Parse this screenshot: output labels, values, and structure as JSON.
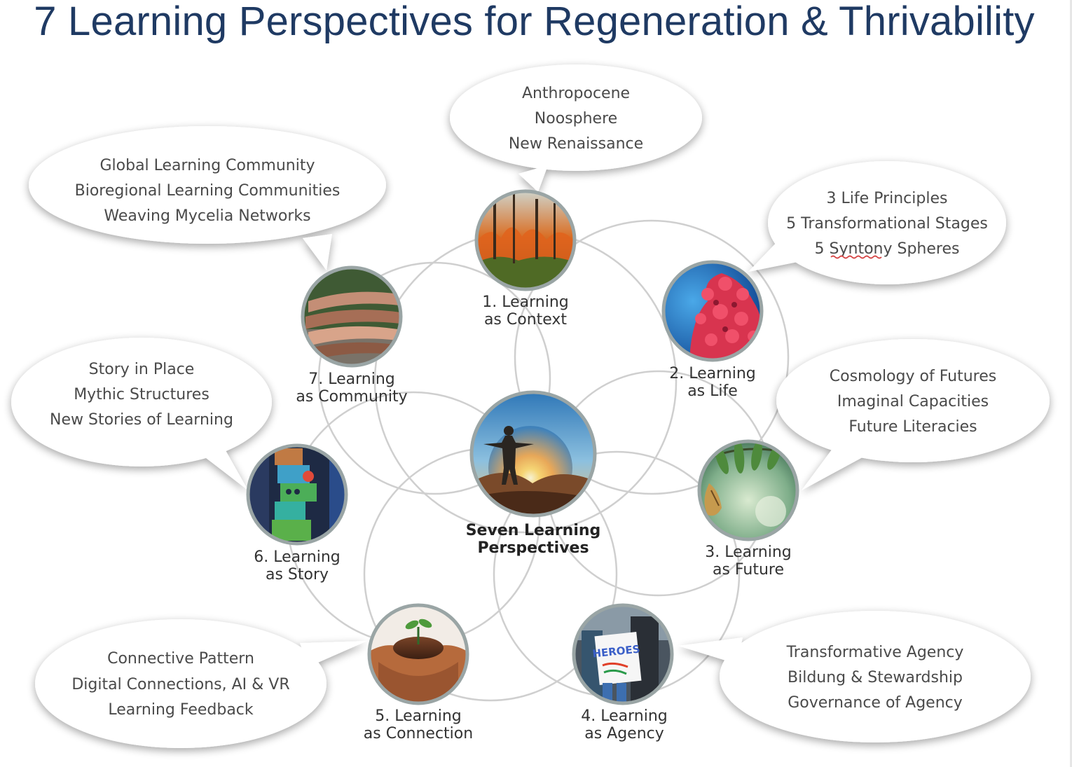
{
  "title": "7 Learning Perspectives for Regeneration & Thrivability",
  "center": {
    "label_line1": "Seven Learning",
    "label_line2": "Perspectives",
    "image_icon": "person-sunrise-photo"
  },
  "nodes": [
    {
      "label_line1": "1. Learning",
      "label_line2": "as Context",
      "image_icon": "forest-fire-photo",
      "bubble": [
        "Anthropocene",
        "Noosphere",
        "New Renaissance"
      ]
    },
    {
      "label_line1": "2. Learning",
      "label_line2": "as Life",
      "image_icon": "red-coral-photo",
      "bubble": [
        "3 Life Principles",
        "5 Transformational Stages",
        "5 Syntony Spheres"
      ]
    },
    {
      "label_line1": "3. Learning",
      "label_line2": "as Future",
      "image_icon": "chrysalis-leaves-photo",
      "bubble": [
        "Cosmology of Futures",
        "Imaginal Capacities",
        "Future Literacies"
      ]
    },
    {
      "label_line1": "4. Learning",
      "label_line2": "as Agency",
      "image_icon": "protest-sign-photo",
      "sign_text": "HEROES",
      "bubble": [
        "Transformative Agency",
        "Bildung & Stewardship",
        "Governance of Agency"
      ]
    },
    {
      "label_line1": "5. Learning",
      "label_line2": "as Connection",
      "image_icon": "hands-seedling-photo",
      "bubble": [
        "Connective Pattern",
        "Digital Connections, AI & VR",
        "Learning Feedback"
      ]
    },
    {
      "label_line1": "6. Learning",
      "label_line2": "as Story",
      "image_icon": "toy-blocks-tower-photo",
      "bubble": [
        "Story in Place",
        "Mythic Structures",
        "New Stories of Learning"
      ]
    },
    {
      "label_line1": "7. Learning",
      "label_line2": "as Community",
      "image_icon": "stacked-hands-photo",
      "bubble": [
        "Global Learning Community",
        "Bioregional Learning Communities",
        "Weaving Mycelia Networks"
      ]
    }
  ],
  "colors": {
    "title": "#1f3a63",
    "ring": "#cfcfcf",
    "bubble_fill": "#ffffff",
    "bubble_text": "#4a4a4a",
    "photo_border": "#9aa5a5"
  }
}
